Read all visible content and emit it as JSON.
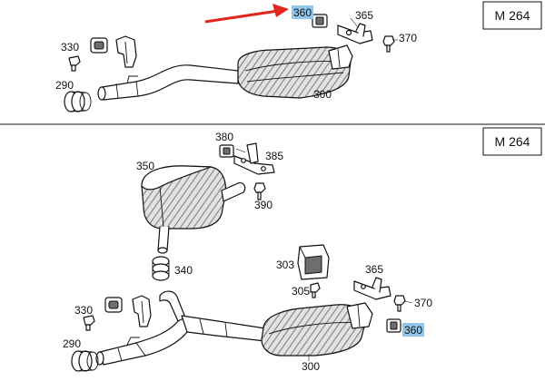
{
  "colors": {
    "arrow": "#e3261d",
    "highlight": "#8fc6ea"
  },
  "top_section": {
    "model_label": "M 264",
    "callouts": {
      "p360": "360",
      "p365": "365",
      "p370": "370",
      "p330": "330",
      "p290": "290",
      "p300": "300"
    },
    "highlighted": "360"
  },
  "bottom_section": {
    "model_label": "M 264",
    "callouts": {
      "p380": "380",
      "p385": "385",
      "p350": "350",
      "p390": "390",
      "p340": "340",
      "p303": "303",
      "p365": "365",
      "p305": "305",
      "p370": "370",
      "p330": "330",
      "p360": "360",
      "p290": "290",
      "p300": "300"
    },
    "highlighted": "360"
  }
}
